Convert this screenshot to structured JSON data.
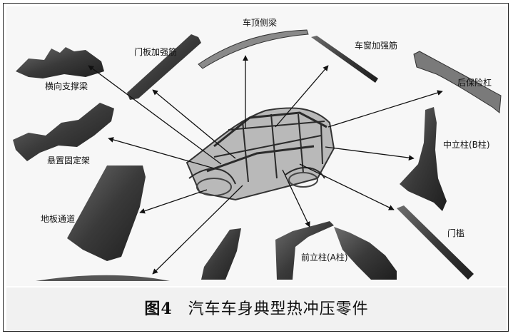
{
  "figure": {
    "caption_number": "图4",
    "caption_text": "汽车车身典型热冲压零件",
    "labels": {
      "cross_beam": "横向支撑梁",
      "door_reinforcement": "门板加强筋",
      "roof_rail": "车顶侧梁",
      "window_reinforcement": "车窗加强筋",
      "rear_bumper": "后保险杠",
      "b_pillar": "中立柱(B柱)",
      "mount_bracket": "悬置固定架",
      "floor_tunnel": "地板通道",
      "door_sill": "门槛",
      "a_pillar": "前立柱(A柱)"
    }
  }
}
